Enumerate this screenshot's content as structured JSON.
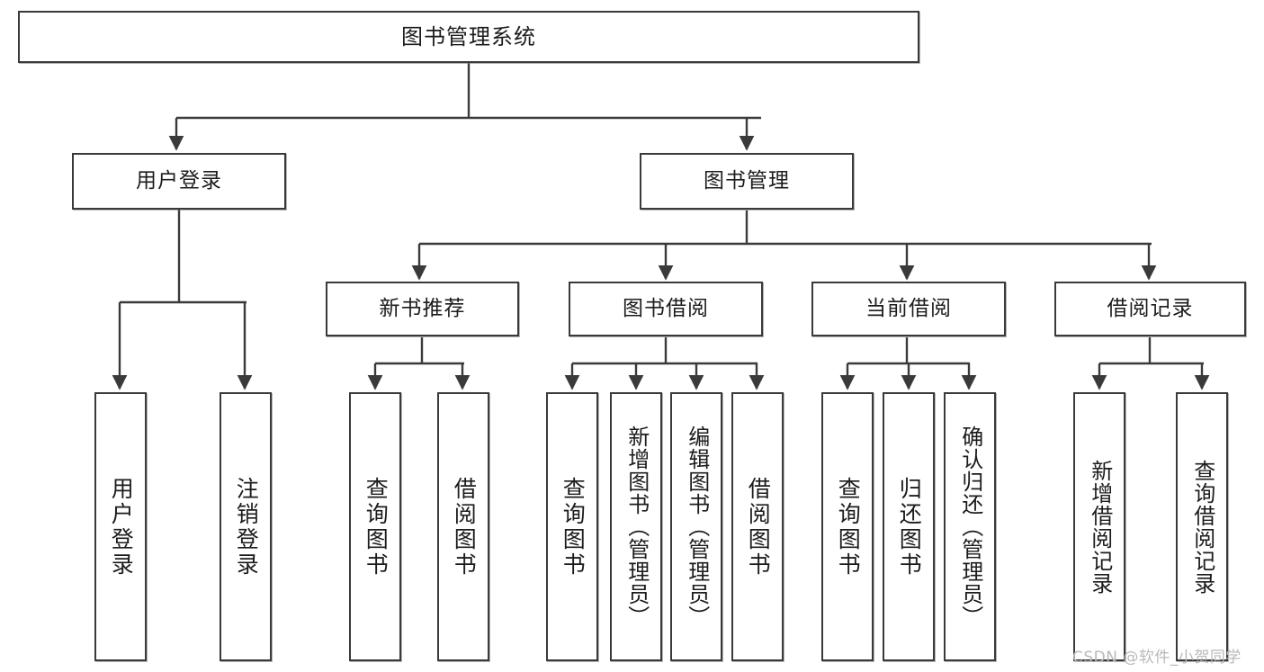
{
  "diagram": {
    "title": "图书管理系统",
    "type": "tree-hierarchy",
    "watermark": "CSDN @软件_小贺同学",
    "colors": {
      "stroke": "#3a3a3a",
      "fill": "#ffffff",
      "text": "#1c1c1c",
      "watermark": "#b9b9b9"
    },
    "nodes": {
      "root": {
        "label": "图书管理系统"
      },
      "level2": [
        {
          "id": "user-login",
          "label": "用户登录"
        },
        {
          "id": "book-manage",
          "label": "图书管理"
        }
      ],
      "level3": [
        {
          "id": "new-book-recommend",
          "label": "新书推荐"
        },
        {
          "id": "book-borrow",
          "label": "图书借阅"
        },
        {
          "id": "current-borrow",
          "label": "当前借阅"
        },
        {
          "id": "borrow-record",
          "label": "借阅记录"
        }
      ],
      "leaves": {
        "user_login": [
          {
            "id": "leaf-user-login",
            "label": "用户登录"
          },
          {
            "id": "leaf-logout-login",
            "label": "注销登录"
          }
        ],
        "new_book_recommend": [
          {
            "id": "leaf-query-book-1",
            "label": "查询图书"
          },
          {
            "id": "leaf-borrow-book-1",
            "label": "借阅图书"
          }
        ],
        "book_borrow": [
          {
            "id": "leaf-query-book-2",
            "label": "查询图书"
          },
          {
            "id": "leaf-add-book",
            "label": "新增图书（管理员）"
          },
          {
            "id": "leaf-edit-book",
            "label": "编辑图书（管理员）"
          },
          {
            "id": "leaf-borrow-book-2",
            "label": "借阅图书"
          }
        ],
        "current_borrow": [
          {
            "id": "leaf-query-book-3",
            "label": "查询图书"
          },
          {
            "id": "leaf-return-book",
            "label": "归还图书"
          },
          {
            "id": "leaf-confirm-return",
            "label": "确认归还（管理员）"
          }
        ],
        "borrow_record": [
          {
            "id": "leaf-add-record",
            "label": "新增借阅记录"
          },
          {
            "id": "leaf-query-record",
            "label": "查询借阅记录"
          }
        ]
      }
    }
  }
}
